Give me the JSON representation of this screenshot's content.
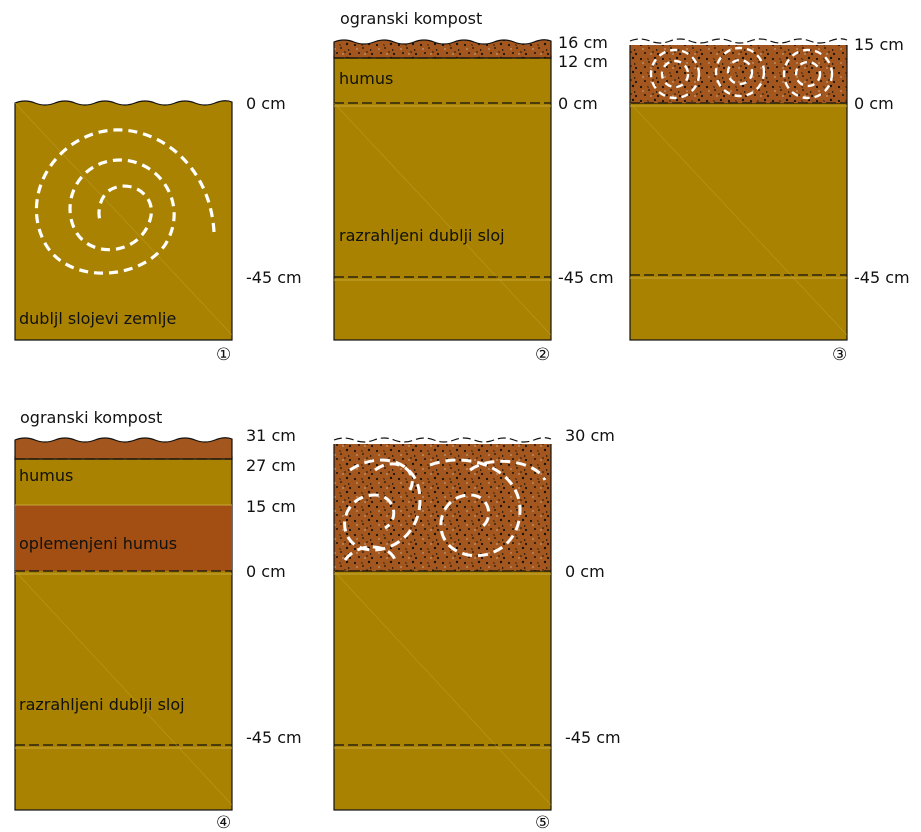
{
  "colors": {
    "soil": "#A88200",
    "soil_light": "#B38F15",
    "compost": "#A3571E",
    "enriched_humus": "#A34E12",
    "outline": "#111111",
    "swirl": "#ffffff"
  },
  "panels": [
    {
      "id": "1",
      "number": "①",
      "inner_labels": {
        "deep": "dubljl slojevi zemlje"
      },
      "depths": {
        "surface": "0 cm",
        "deep": "-45 cm"
      }
    },
    {
      "id": "2",
      "number": "②",
      "top_label": "ogranski kompost",
      "inner_labels": {
        "humus": "humus",
        "loosened": "razrahljeni dublji sloj"
      },
      "depths": {
        "top": "16 cm",
        "compost_base": "12 cm",
        "surface": "0 cm",
        "deep": "-45 cm"
      }
    },
    {
      "id": "3",
      "number": "③",
      "depths": {
        "top": "15 cm",
        "surface": "0 cm",
        "deep": "-45 cm"
      }
    },
    {
      "id": "4",
      "number": "④",
      "top_label": "ogranski kompost",
      "inner_labels": {
        "humus": "humus",
        "enriched": "oplemenjeni humus",
        "loosened": "razrahljeni dublji sloj"
      },
      "depths": {
        "top": "31 cm",
        "compost_base": "27 cm",
        "humus_base": "15 cm",
        "surface": "0 cm",
        "deep": "-45 cm"
      }
    },
    {
      "id": "5",
      "number": "⑤",
      "depths": {
        "top": "30 cm",
        "surface": "0 cm",
        "deep": "-45 cm"
      }
    }
  ]
}
